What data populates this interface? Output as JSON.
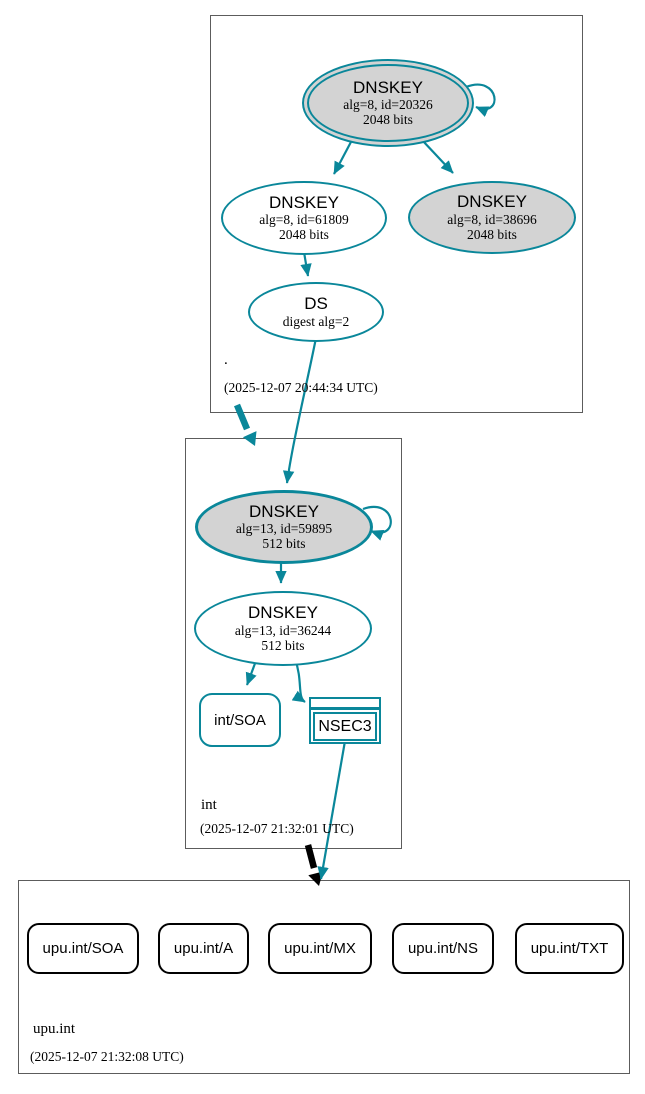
{
  "colors": {
    "secure": "#0a879a",
    "insecure": "#000000",
    "key_fill": "#d3d3d3"
  },
  "zones": {
    "root": {
      "label": ".",
      "timestamp": "(2025-12-07 20:44:34 UTC)",
      "ksk": {
        "title": "DNSKEY",
        "detail1": "alg=8, id=20326",
        "detail2": "2048 bits"
      },
      "zsk": {
        "title": "DNSKEY",
        "detail1": "alg=8, id=61809",
        "detail2": "2048 bits"
      },
      "ksk_published": {
        "title": "DNSKEY",
        "detail1": "alg=8, id=38696",
        "detail2": "2048 bits"
      },
      "ds": {
        "title": "DS",
        "detail1": "digest alg=2"
      }
    },
    "int": {
      "label": "int",
      "timestamp": "(2025-12-07 21:32:01 UTC)",
      "ksk": {
        "title": "DNSKEY",
        "detail1": "alg=13, id=59895",
        "detail2": "512 bits"
      },
      "zsk": {
        "title": "DNSKEY",
        "detail1": "alg=13, id=36244",
        "detail2": "512 bits"
      },
      "soa": {
        "label": "int/SOA"
      },
      "nsec3": {
        "label": "NSEC3"
      }
    },
    "upu": {
      "label": "upu.int",
      "timestamp": "(2025-12-07 21:32:08 UTC)",
      "rrsets": [
        {
          "label": "upu.int/SOA"
        },
        {
          "label": "upu.int/A"
        },
        {
          "label": "upu.int/MX"
        },
        {
          "label": "upu.int/NS"
        },
        {
          "label": "upu.int/TXT"
        }
      ]
    }
  }
}
